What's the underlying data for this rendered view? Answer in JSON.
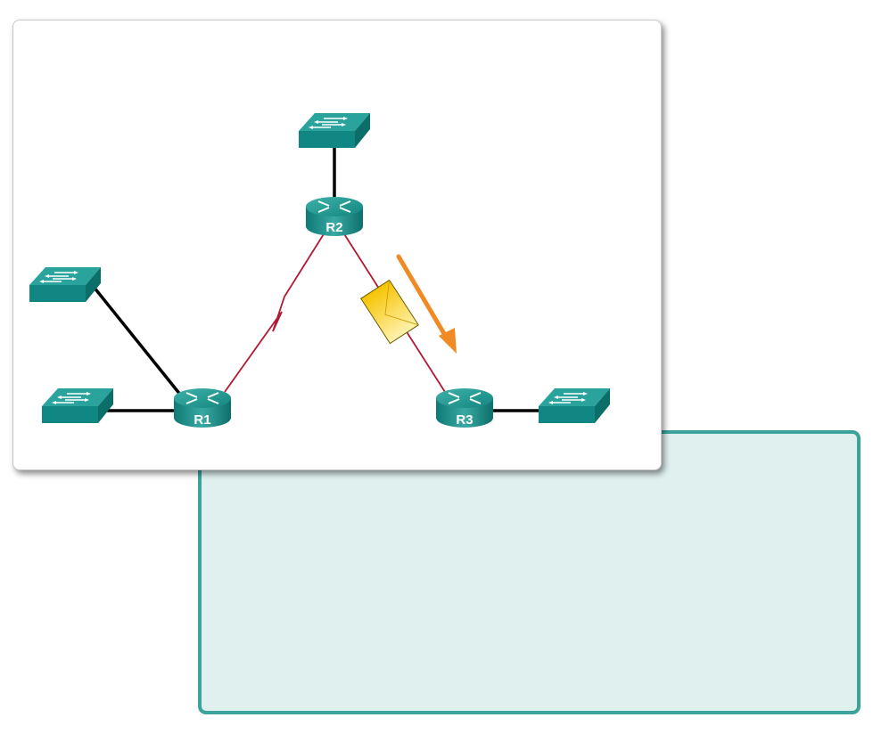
{
  "routers": [
    {
      "id": "r1",
      "label": "R1"
    },
    {
      "id": "r2",
      "label": "R2"
    },
    {
      "id": "r3",
      "label": "R3"
    }
  ],
  "colors": {
    "device": "#148f8a",
    "serial_link": "#b01a34",
    "ethernet_link": "#000000",
    "arrow": "#f08a24",
    "envelope": "#f8c400",
    "panel_border": "#3ba39b",
    "panel_bg": "#dff0ef"
  }
}
